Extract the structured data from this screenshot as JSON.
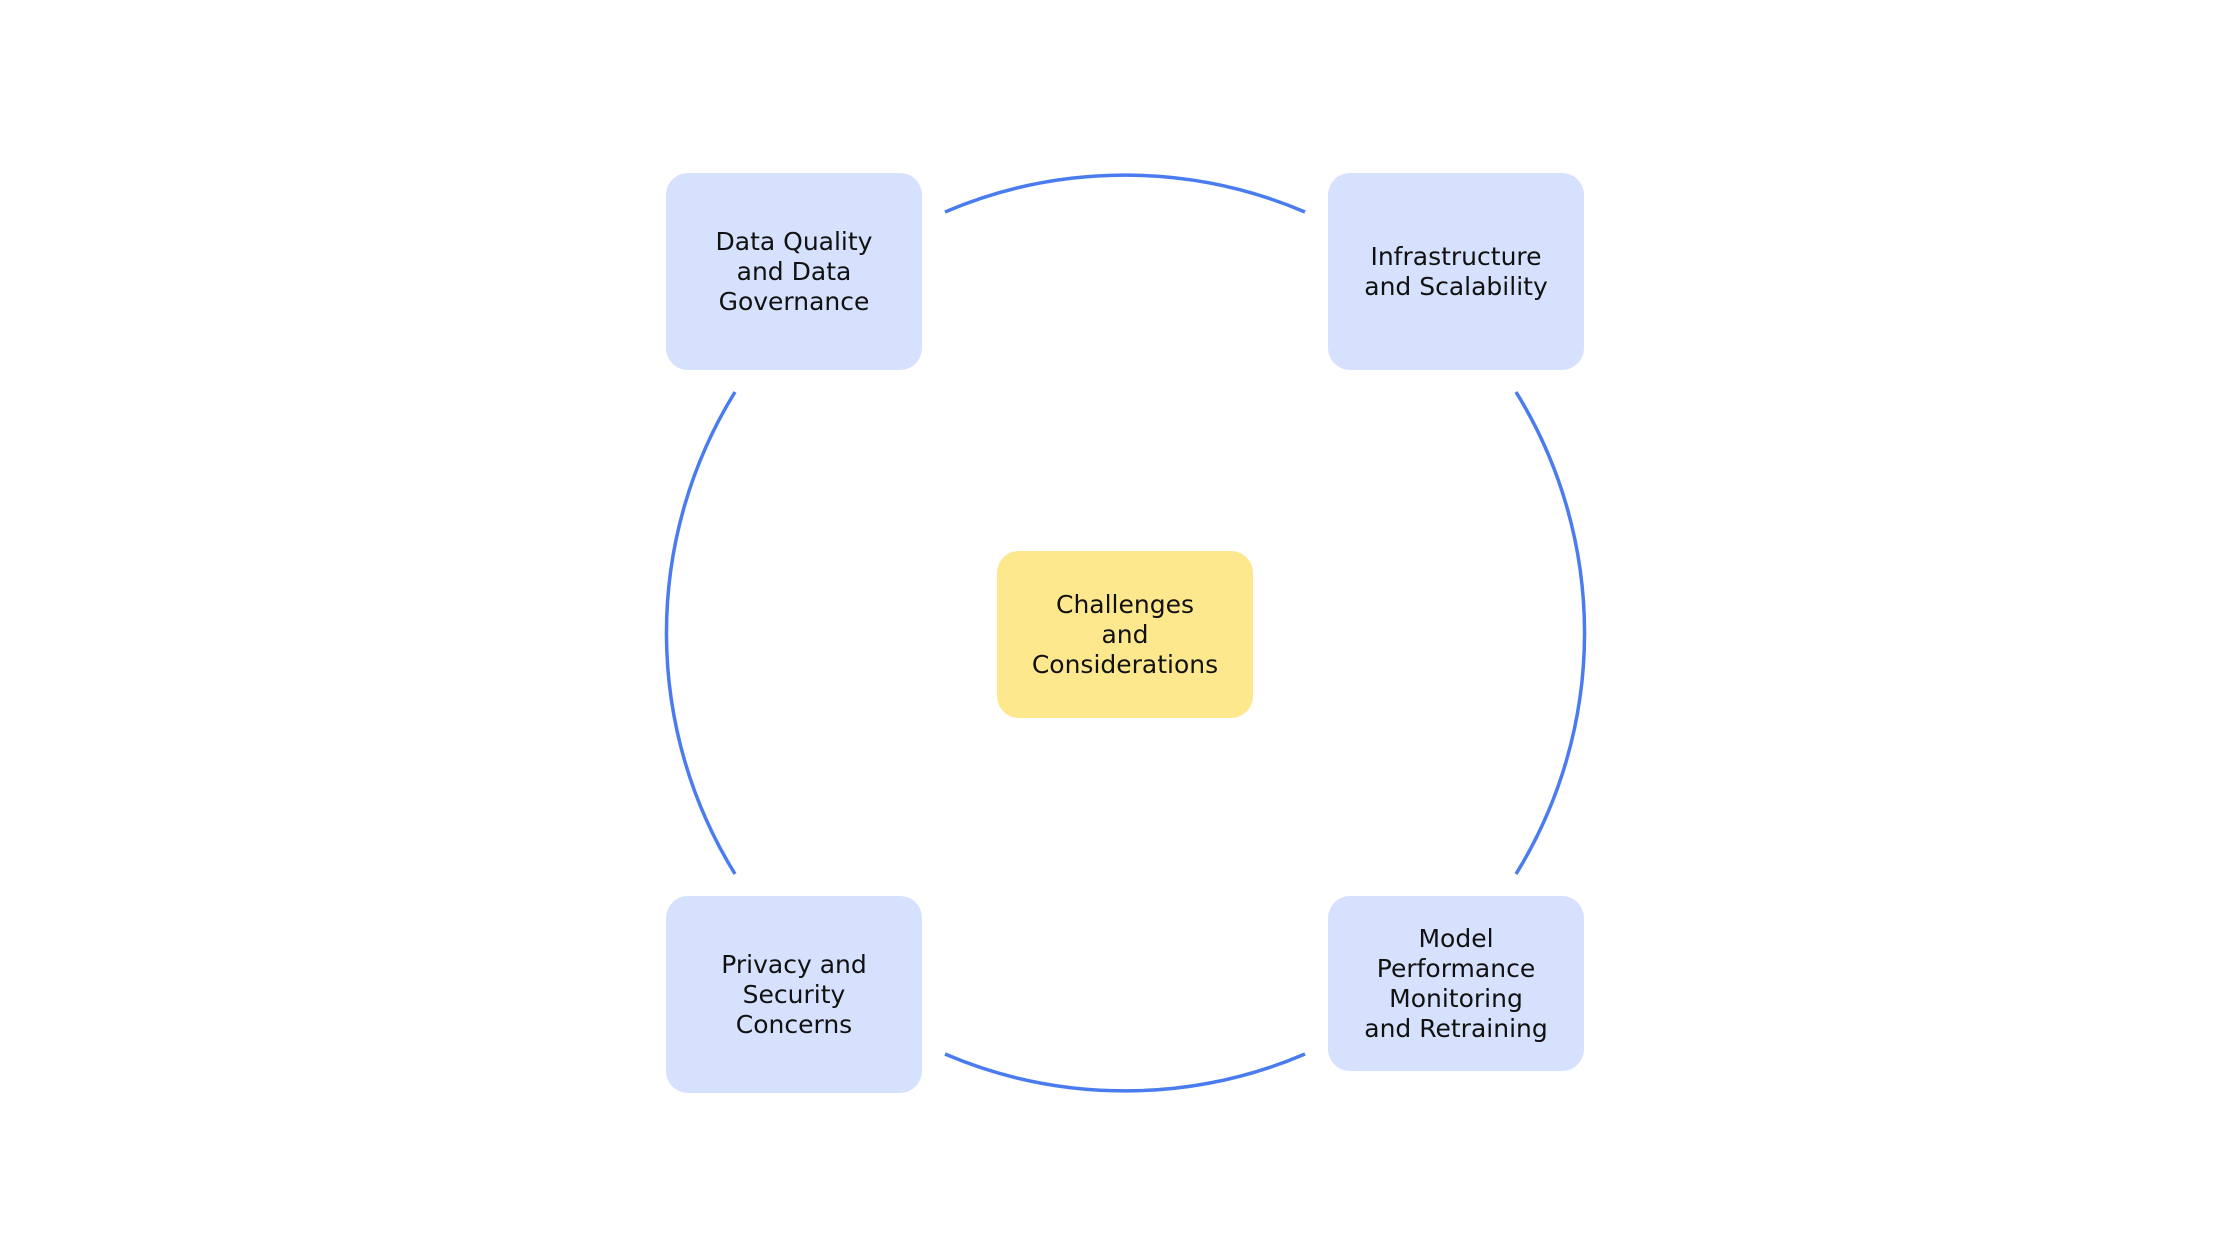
{
  "colors": {
    "background": "#ffffff",
    "outer_box_fill": "#d6e1fd",
    "center_box_fill": "#fee88e",
    "ring_stroke": "#4a7cf0",
    "text": "#111111"
  },
  "diagram": {
    "center": {
      "label": "Challenges\nand\nConsiderations"
    },
    "nodes": [
      {
        "id": "top-left",
        "label": "Data Quality\nand Data\nGovernance"
      },
      {
        "id": "top-right",
        "label": "Infrastructure\nand Scalability"
      },
      {
        "id": "bottom-right",
        "label": "Model\nPerformance\nMonitoring\nand Retraining"
      },
      {
        "id": "bottom-left",
        "label": "Privacy and\nSecurity\nConcerns"
      }
    ]
  }
}
